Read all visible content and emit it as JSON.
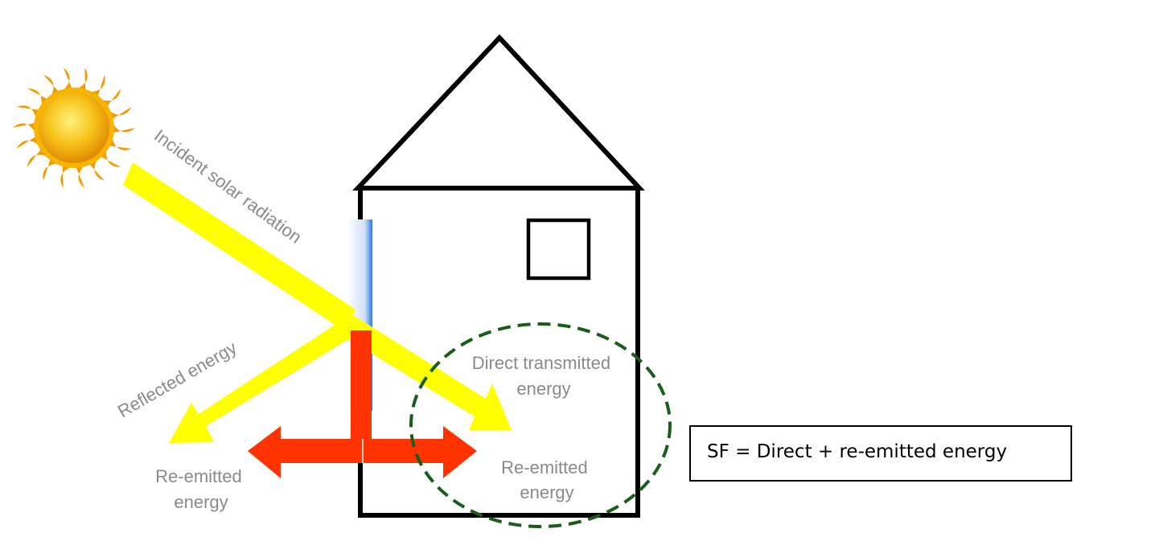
{
  "labels": {
    "incident": "Incident solar radiation",
    "reflected": "Reflected energy",
    "direct_line1": "Direct transmitted",
    "direct_line2": "energy",
    "reemitted_left_line1": "Re-emitted",
    "reemitted_left_line2": "energy",
    "reemitted_right_line1": "Re-emitted",
    "reemitted_right_line2": "energy"
  },
  "formula": "SF = Direct + re-emitted energy",
  "colors": {
    "radiation": "#ffff00",
    "reemitted": "#ff3300",
    "house": "#000000",
    "dashed_circle": "#1a5c1a",
    "label_text": "#8a8a8a",
    "sun_core": "#f5b800",
    "glass": "#3a7fe0"
  }
}
